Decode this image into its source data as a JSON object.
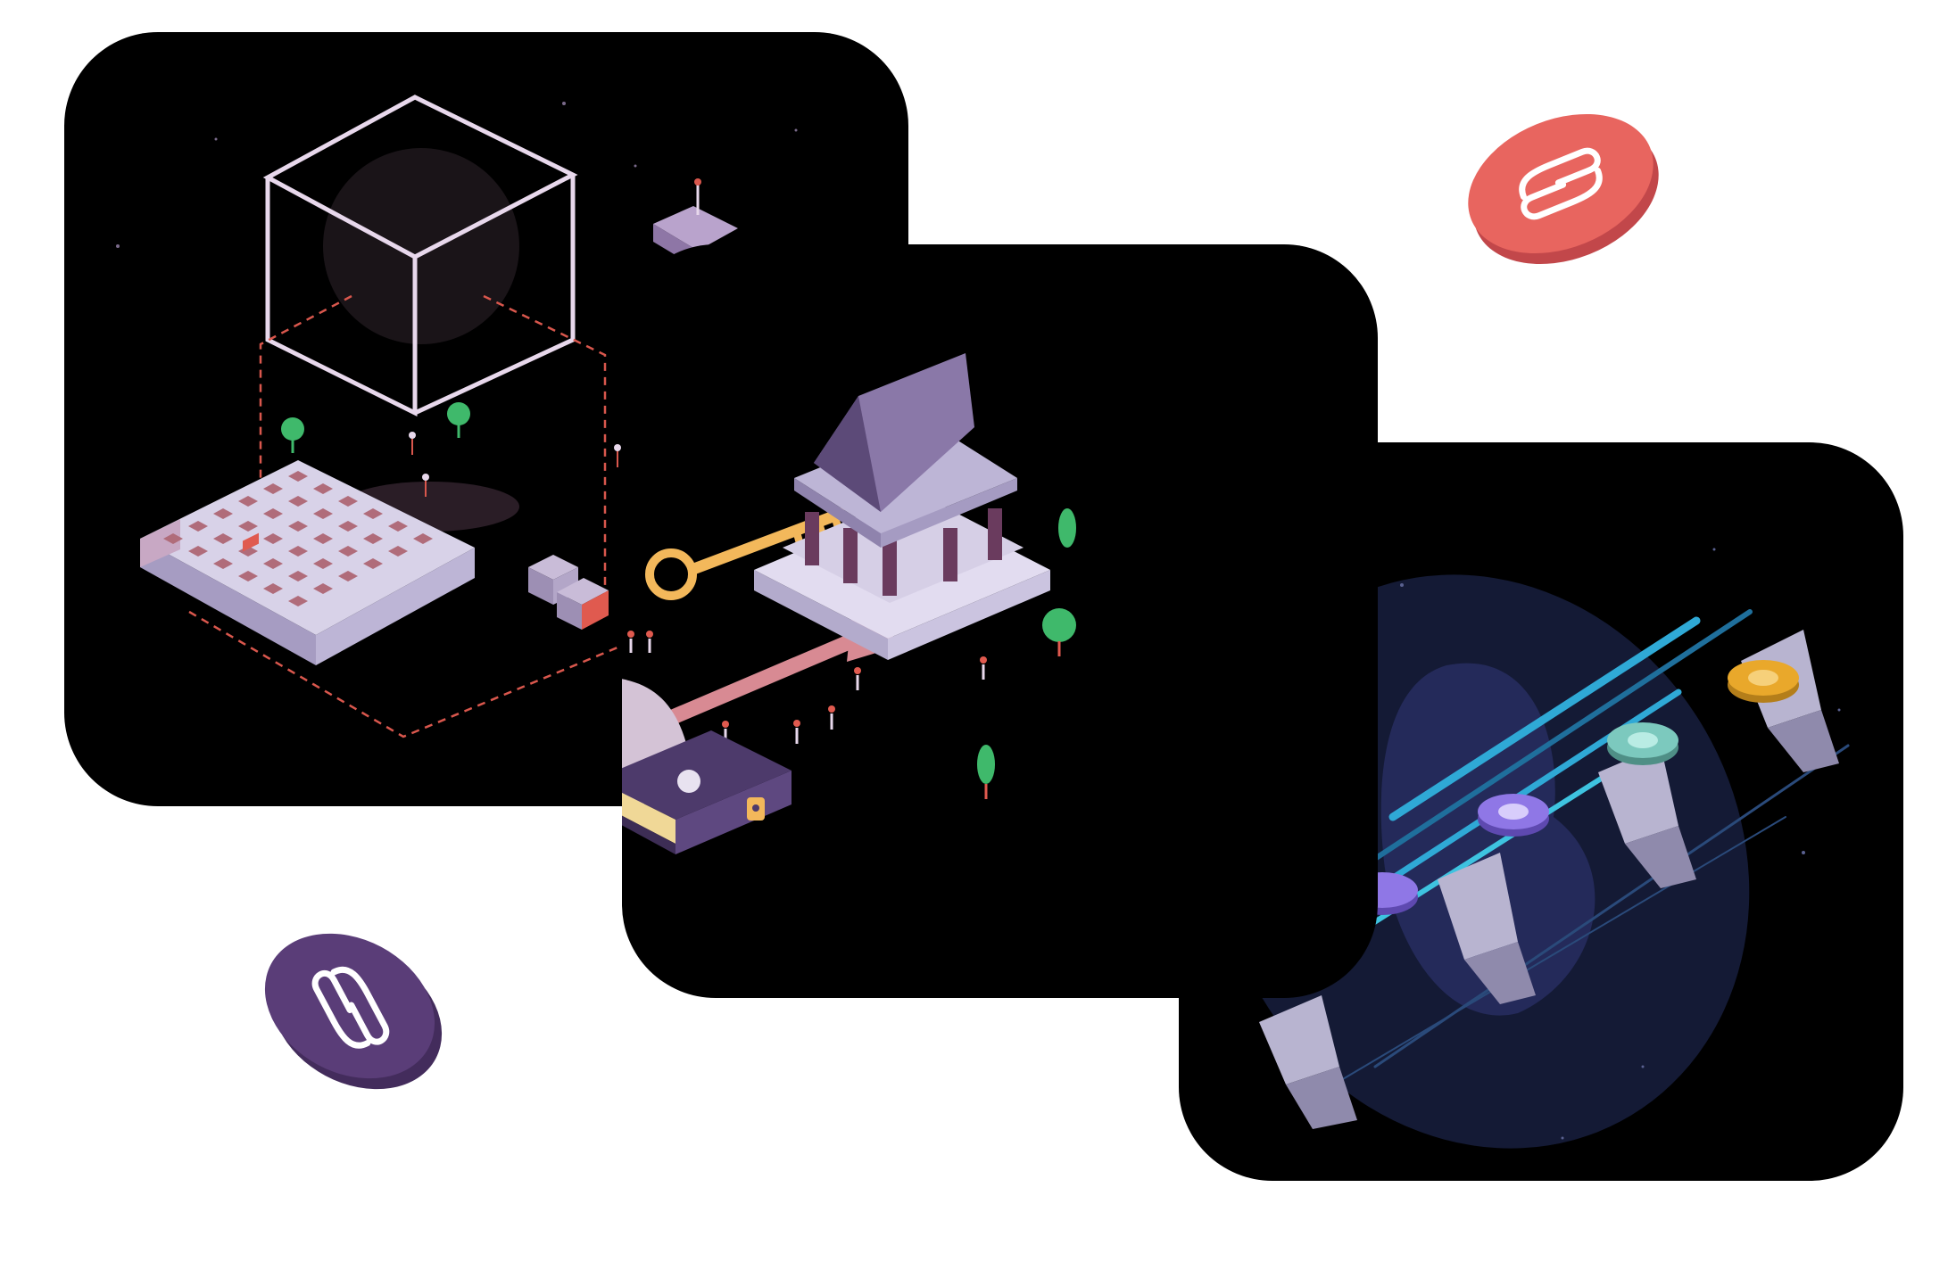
{
  "colors": {
    "page_background": "#ffffff",
    "card_background": "#000000",
    "token_red": "#e8655f",
    "token_purple": "#5a3d78",
    "lavender": "#d8d2e8",
    "accent_red": "#e05a4f",
    "tree_green": "#3fb96b",
    "key_gold": "#f3b85b",
    "arrow_pink": "#d88a93",
    "bank_purple": "#8a78a8",
    "coin_bitcoin": "#e9a82b",
    "coin_ethereum": "#7cc9be",
    "coin_violet": "#8f77e6",
    "light_streak": "#2fa9d6"
  },
  "cards": [
    {
      "id": "card-grid",
      "illustration": "cube-over-grid-platform"
    },
    {
      "id": "card-bank",
      "illustration": "person-key-bank"
    },
    {
      "id": "card-bridge",
      "illustration": "coins-on-bridge"
    }
  ],
  "tokens": [
    {
      "id": "token-red",
      "icon": "link-logo-icon"
    },
    {
      "id": "token-purple",
      "icon": "link-logo-icon"
    }
  ]
}
